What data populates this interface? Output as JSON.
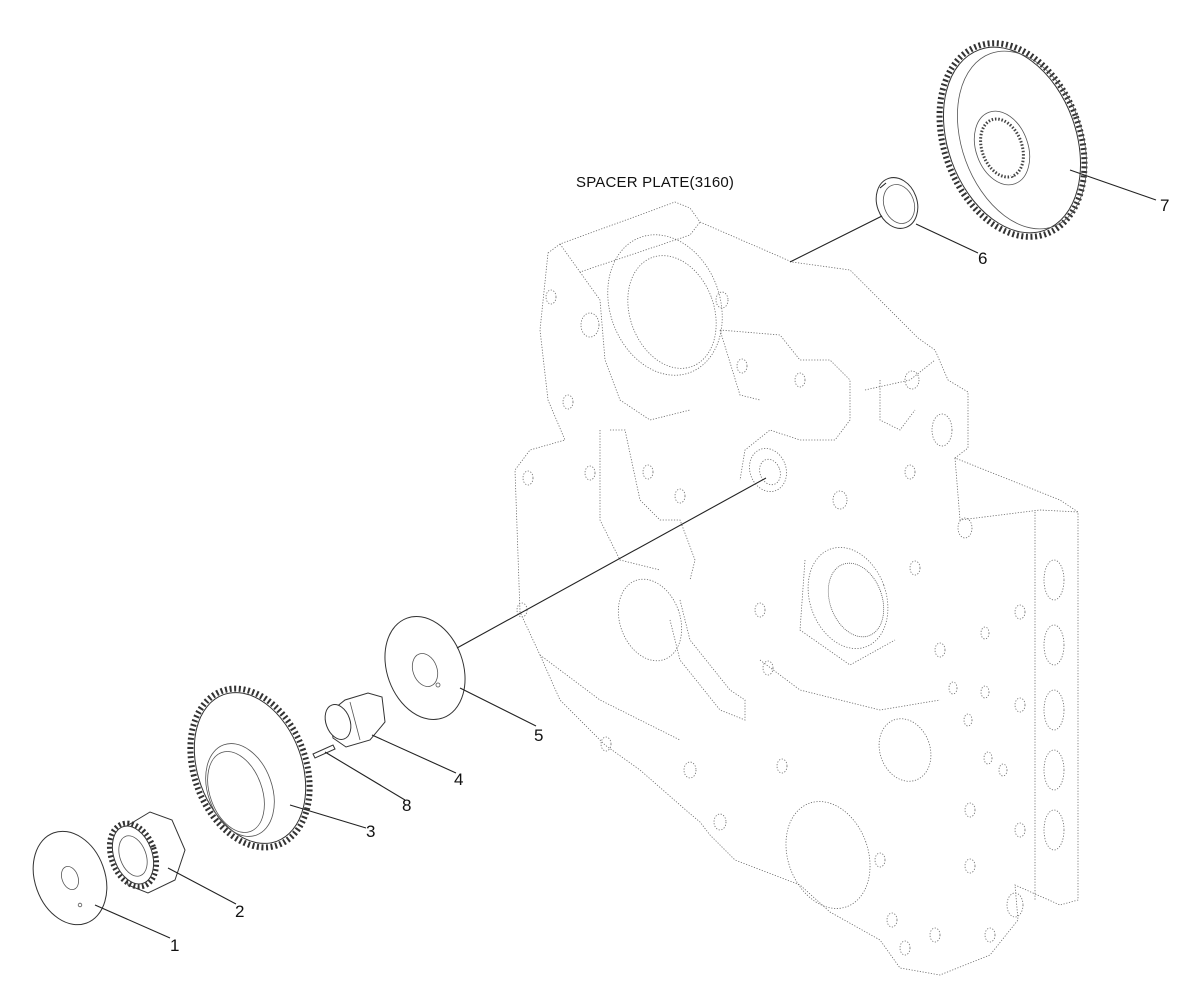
{
  "title": "SPACER PLATE(3160)",
  "callouts": [
    "1",
    "2",
    "3",
    "4",
    "5",
    "6",
    "7",
    "8"
  ]
}
